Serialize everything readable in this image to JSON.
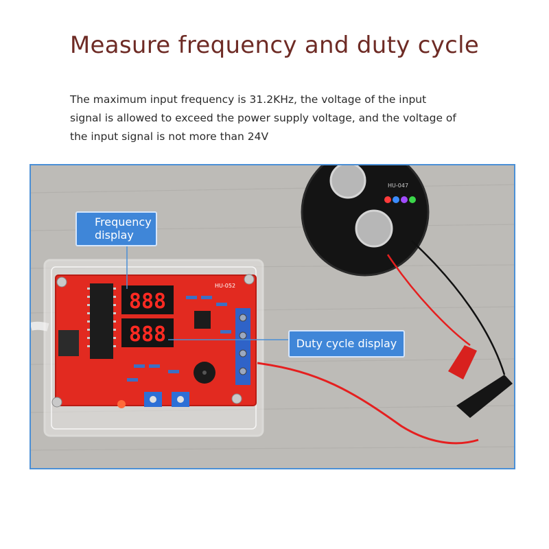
{
  "header": {
    "title": "Measure frequency and duty cycle"
  },
  "description": {
    "lines": [
      "The maximum input frequency is 31.2KHz, the voltage of the input",
      "signal is allowed to exceed the power supply voltage, and the voltage of",
      "the input signal is not more than 24V"
    ]
  },
  "callouts": {
    "frequency_line1": "Frequency",
    "frequency_line2": "display",
    "duty_cycle": "Duty cycle display"
  },
  "photo": {
    "display_top": "888",
    "display_bottom": "888",
    "main_board_label": "HU-052",
    "round_board_label": "HU-047",
    "colors": {
      "callout_blue": "#3f86d8",
      "frame_blue": "#4a8fd6",
      "pcb_red": "#e22a20",
      "title_brown": "#6e2b25"
    }
  }
}
